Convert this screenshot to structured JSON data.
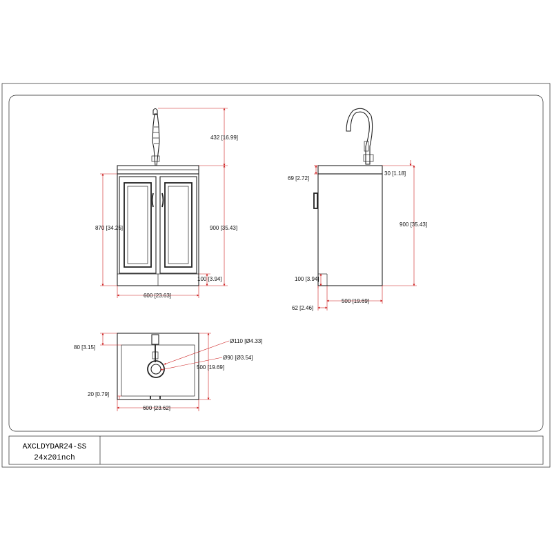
{
  "colors": {
    "line": "#222222",
    "dimension": "#cc1a1a",
    "background": "#ffffff"
  },
  "front_view": {
    "faucet_height": "432 [16.99]",
    "total_height": "870 [34.25]",
    "cabinet_height": "900 [35.43]",
    "toe_kick": "100 [3.94]",
    "width": "600 [23.63]"
  },
  "side_view": {
    "top_thickness": "69 [2.72]",
    "top_overhang": "30 [1.18]",
    "height": "900 [35.43]",
    "toe_kick": "100 [3.94]",
    "toe_recess": "62 [2.46]",
    "depth": "500 [19.69]"
  },
  "top_view": {
    "back_margin": "80 [3.15]",
    "faucet_base_dia": "Ø110 [Ø4.33]",
    "drain_dia": "Ø90 [Ø3.54]",
    "depth": "500 [19.69]",
    "front_margin": "20 [0.79]",
    "width": "600 [23.62]"
  },
  "title_block": {
    "model": "AXCLDYDAR24-SS",
    "size": "24x20inch"
  }
}
